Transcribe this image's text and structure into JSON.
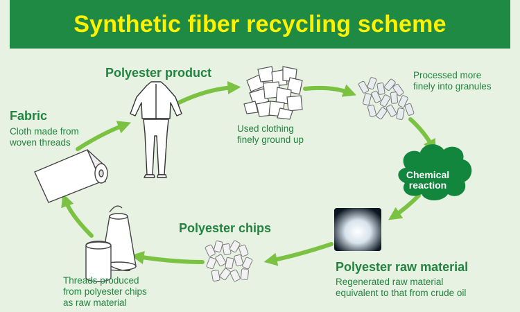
{
  "title": "Synthetic fiber recycling scheme",
  "stages": {
    "polyester_product": {
      "heading": "Polyester product"
    },
    "used_clothing": {
      "caption_line1": "Used clothing",
      "caption_line2": "finely ground up"
    },
    "granules": {
      "caption_line1": "Processed more",
      "caption_line2": "finely into granules"
    },
    "chemical_reaction": {
      "line1": "Chemical",
      "line2": "reaction"
    },
    "raw_material": {
      "heading": "Polyester raw material",
      "caption_line1": "Regenerated raw material",
      "caption_line2": "equivalent to that from crude oil"
    },
    "chips": {
      "heading": "Polyester chips"
    },
    "threads": {
      "caption_line1": "Threads produced",
      "caption_line2": "from polyester chips",
      "caption_line3": "as raw material"
    },
    "fabric": {
      "heading": "Fabric",
      "caption_line1": "Cloth made from",
      "caption_line2": "woven threads"
    }
  },
  "colors": {
    "title_bar": "#1f8a43",
    "title_text": "#fff200",
    "background": "#e7f2e2",
    "text_green": "#21843e",
    "arrow_green": "#7cc242",
    "cloud": "#12863c"
  }
}
